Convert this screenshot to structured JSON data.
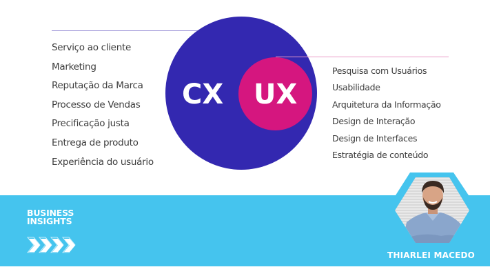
{
  "diagram": {
    "cx_label": "CX",
    "ux_label": "UX",
    "colors": {
      "cx_circle": "#3328b0",
      "ux_circle": "#d5167f",
      "left_line": "#9f97d8",
      "right_line": "#e99ac7",
      "band": "#45c4ee",
      "text": "#3d3d3d"
    },
    "cx_items": [
      "Serviço ao cliente",
      "Marketing",
      "Reputação da Marca",
      "Processo de Vendas",
      "Precificação justa",
      "Entrega de produto",
      "Experiência do usuário"
    ],
    "ux_items": [
      "Pesquisa com Usuários",
      "Usabilidade",
      "Arquitetura da Informação",
      "Design de Interação",
      "Design de Interfaces",
      "Estratégia de conteúdo"
    ]
  },
  "footer": {
    "brand_line1": "BUSINESS",
    "brand_line2": "INSIGHTS",
    "chevrons_icon": "four-chevrons-right-icon",
    "author_name": "THIARLEI MACEDO",
    "author_photo": "author-photo"
  }
}
